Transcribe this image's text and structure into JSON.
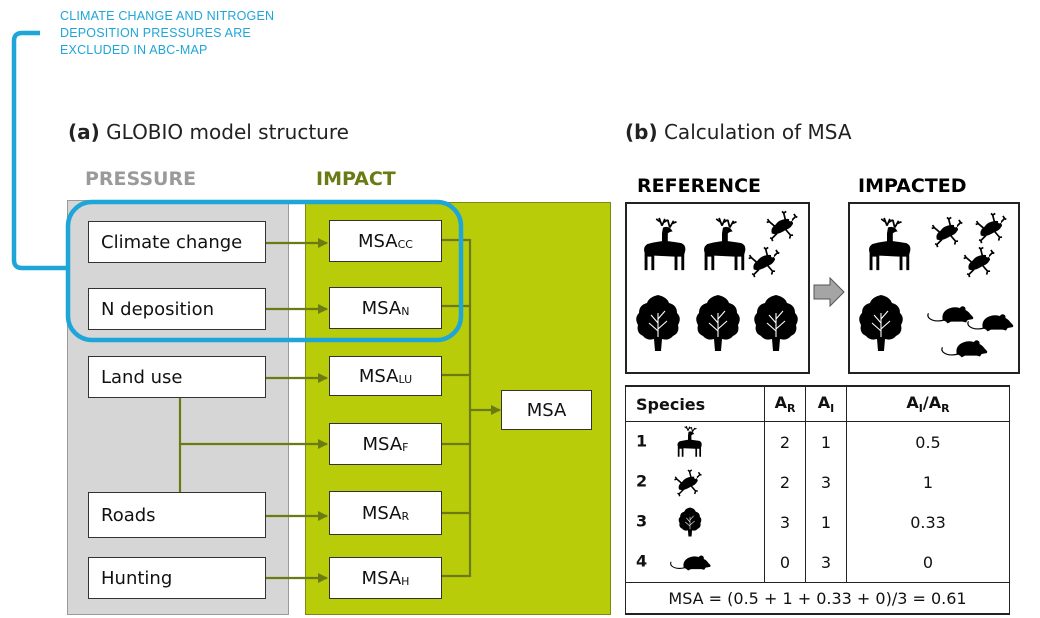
{
  "note": {
    "lines": [
      "CLIMATE CHANGE AND NITROGEN",
      "DEPOSITION PRESSURES ARE",
      "EXCLUDED IN ABC-MAP"
    ]
  },
  "panel_a": {
    "tag": "(a)",
    "title": "GLOBIO model structure",
    "pressure_header": "PRESSURE",
    "impact_header": "IMPACT",
    "pressures": [
      "Climate change",
      "N deposition",
      "Land use",
      "Roads",
      "Hunting"
    ],
    "impacts": [
      {
        "base": "MSA",
        "sub": "CC"
      },
      {
        "base": "MSA",
        "sub": "N"
      },
      {
        "base": "MSA",
        "sub": "LU"
      },
      {
        "base": "MSA",
        "sub": "F"
      },
      {
        "base": "MSA",
        "sub": "R"
      },
      {
        "base": "MSA",
        "sub": "H"
      }
    ],
    "result": "MSA"
  },
  "panel_b": {
    "tag": "(b)",
    "title": "Calculation of MSA",
    "reference_label": "REFERENCE",
    "impacted_label": "IMPACTED",
    "table": {
      "headers": {
        "species": "Species",
        "ar_base": "A",
        "ar_sub": "R",
        "ai_base": "A",
        "ai_sub": "I",
        "ratio_a1": "A",
        "ratio_s1": "I",
        "ratio_sep": "/",
        "ratio_a2": "A",
        "ratio_s2": "R"
      },
      "rows": [
        {
          "num": "1",
          "icon": "deer",
          "ar": "2",
          "ai": "1",
          "ratio": "0.5"
        },
        {
          "num": "2",
          "icon": "frog",
          "ar": "2",
          "ai": "3",
          "ratio": "1"
        },
        {
          "num": "3",
          "icon": "tree",
          "ar": "3",
          "ai": "1",
          "ratio": "0.33"
        },
        {
          "num": "4",
          "icon": "rat",
          "ar": "0",
          "ai": "3",
          "ratio": "0"
        }
      ],
      "total": "MSA = (0.5 + 1 + 0.33 + 0)/3 = 0.61"
    }
  },
  "colors": {
    "note": "#1fa6d8",
    "impact_band": "#b8cc0a",
    "impact_header": "#6b7a12",
    "pressure_band": "#d6d6d6",
    "pressure_header": "#9a9a9a",
    "arrows": "#6b7a12",
    "highlight": "#1fa6d8"
  }
}
